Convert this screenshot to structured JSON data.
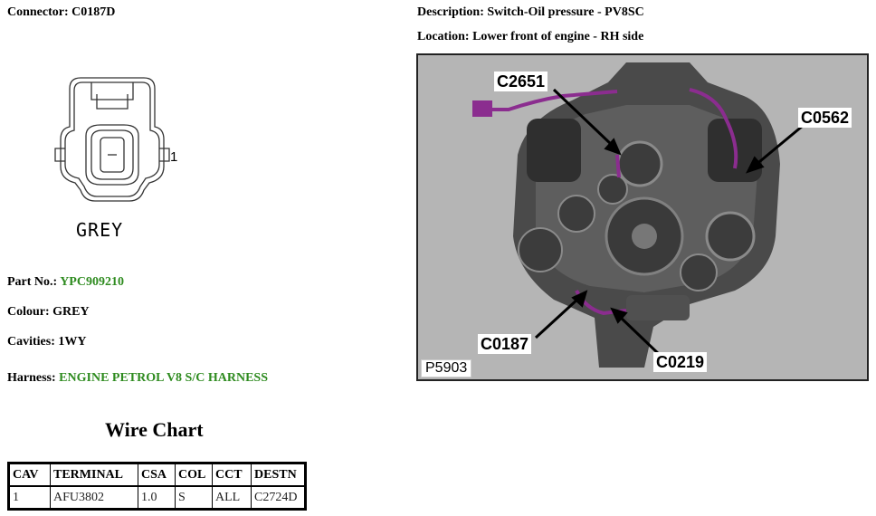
{
  "header": {
    "connector_label": "Connector:",
    "connector_value": "C0187D",
    "description_label": "Description:",
    "description_value": "Switch-Oil pressure - PV8SC",
    "location_label": "Location:",
    "location_value": "Lower front of engine - RH side"
  },
  "connector_view": {
    "color_text": "GREY",
    "pin_number": "1"
  },
  "details": {
    "part_label": "Part No.:",
    "part_value": "YPC909210",
    "colour_label": "Colour:",
    "colour_value": "GREY",
    "cavities_label": "Cavities:",
    "cavities_value": "1WY",
    "harness_label": "Harness:",
    "harness_value": "ENGINE PETROL V8 S/C HARNESS"
  },
  "wire_chart": {
    "title": "Wire Chart",
    "headers": [
      "CAV",
      "TERMINAL",
      "CSA",
      "COL",
      "CCT",
      "DESTN"
    ],
    "rows": [
      [
        "1",
        "AFU3802",
        "1.0",
        "S",
        "ALL",
        "C2724D"
      ]
    ]
  },
  "engine_image": {
    "reference": "P5903",
    "callouts": [
      "C2651",
      "C0562",
      "C0187",
      "C0219"
    ]
  },
  "colors": {
    "link_green": "#2e8b1f",
    "harness_purple": "#8b2d8f"
  }
}
